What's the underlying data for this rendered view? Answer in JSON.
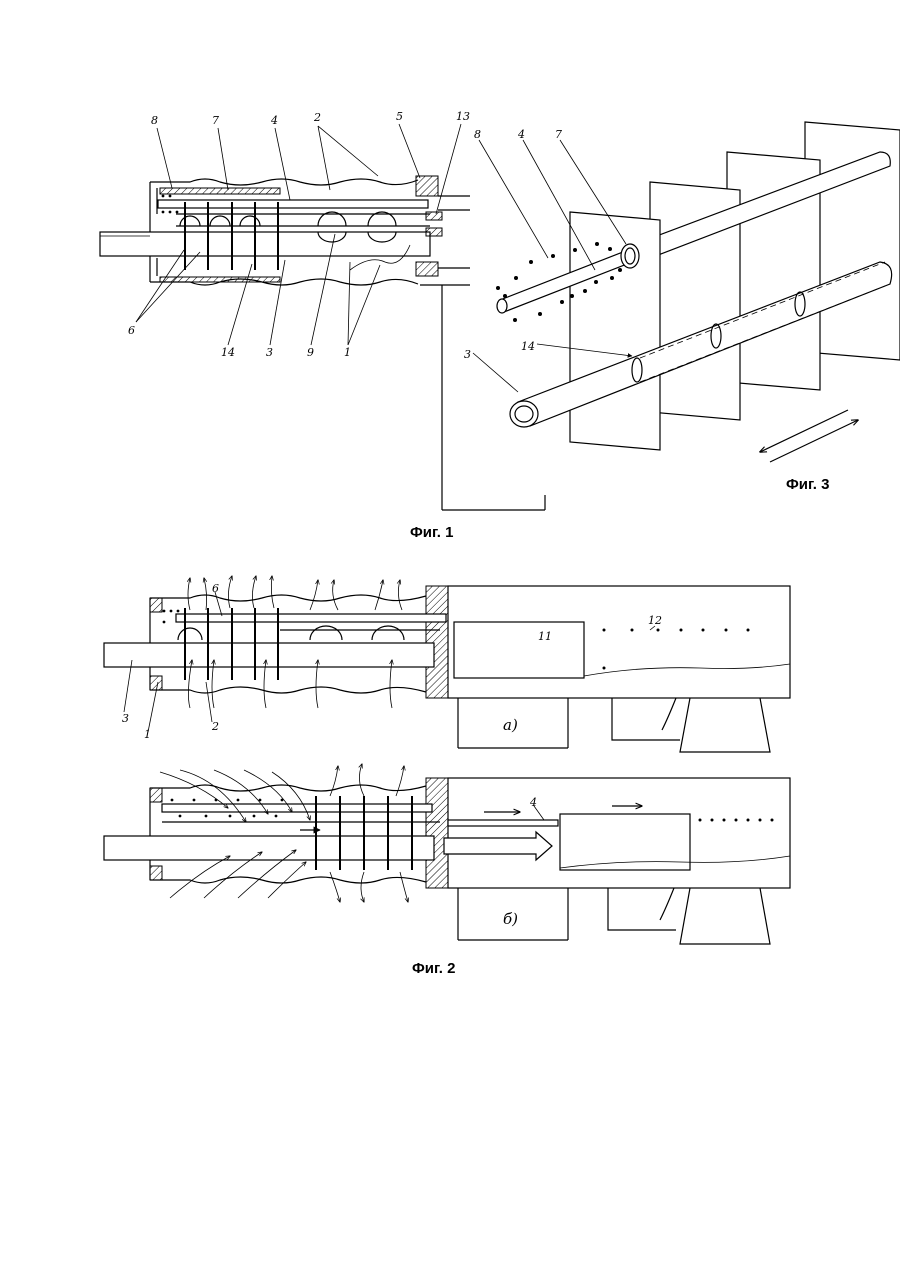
{
  "figures": {
    "fig1": {
      "caption": "Фиг. 1",
      "labels": [
        "8",
        "7",
        "4",
        "2",
        "5",
        "13",
        "6",
        "14",
        "3",
        "9",
        "1"
      ]
    },
    "fig3": {
      "caption": "Фиг. 3",
      "labels": [
        "8",
        "4",
        "7",
        "14",
        "3"
      ]
    },
    "fig2": {
      "caption": "Фиг. 2",
      "labels": [
        "6",
        "11",
        "12",
        "3",
        "1",
        "2",
        "4"
      ],
      "panel_a": "а)",
      "panel_b": "б)"
    }
  }
}
